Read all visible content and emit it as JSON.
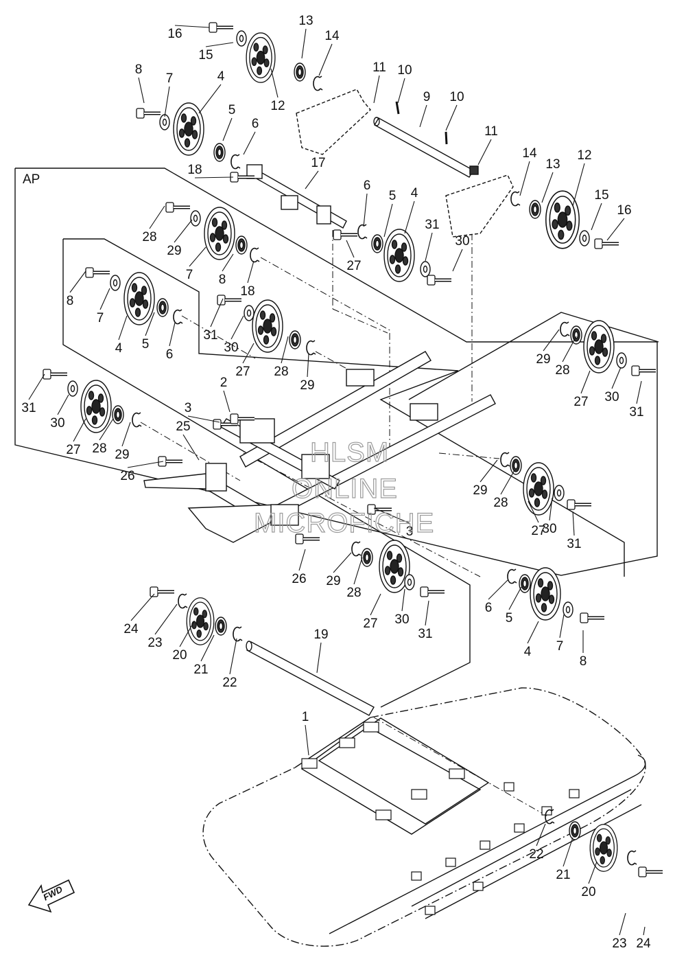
{
  "diagram": {
    "section_label": "AP",
    "fwd_label": "FWD",
    "watermark": [
      "HLSM",
      "ONLINE",
      "MICROFICHE"
    ],
    "callouts": [
      "16",
      "15",
      "13",
      "14",
      "8",
      "7",
      "4",
      "12",
      "11",
      "10",
      "9",
      "10",
      "5",
      "6",
      "11",
      "18",
      "17",
      "14",
      "13",
      "12",
      "15",
      "16",
      "6",
      "5",
      "4",
      "31",
      "30",
      "27",
      "28",
      "29",
      "7",
      "8",
      "18",
      "8",
      "7",
      "4",
      "5",
      "6",
      "31",
      "30",
      "27",
      "28",
      "29",
      "29",
      "28",
      "27",
      "30",
      "31",
      "2",
      "3",
      "31",
      "30",
      "27",
      "28",
      "29",
      "25",
      "26",
      "29",
      "28",
      "27",
      "30",
      "31",
      "3",
      "26",
      "29",
      "28",
      "27",
      "30",
      "31",
      "6",
      "5",
      "4",
      "7",
      "8",
      "24",
      "23",
      "20",
      "21",
      "22",
      "19",
      "1",
      "22",
      "21",
      "20",
      "23",
      "24"
    ]
  }
}
